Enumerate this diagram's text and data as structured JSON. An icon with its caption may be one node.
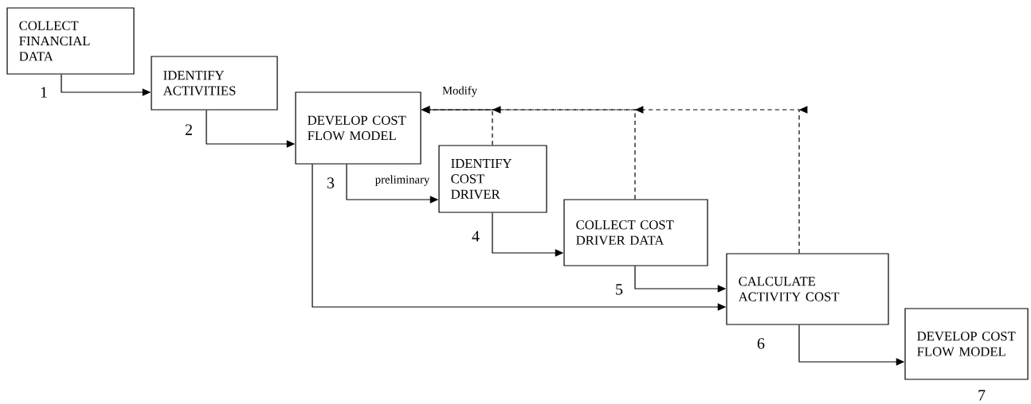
{
  "diagram": {
    "nodes": [
      {
        "text": [
          "COLLECT FINANCIAL DATA"
        ],
        "beside": [
          "1"
        ]
      },
      {
        "text": [
          "IDENTIFY ACTIVITIES"
        ],
        "beside": [
          "2"
        ]
      },
      {
        "text": [
          "DEVELOP COST FLOW MODEL"
        ],
        "beside": [
          "3"
        ]
      },
      {
        "text": [
          "IDENTIFY COST DRIVER"
        ],
        "beside": [
          "4"
        ]
      },
      {
        "text": [
          "COLLECT COST DRIVER DATA"
        ],
        "beside": [
          "5"
        ]
      },
      {
        "text": [
          "CALCULATE ACTIVITY COST"
        ],
        "beside": [
          "6"
        ]
      },
      {
        "text": [
          "DEVELOP COST FLOW MODEL"
        ],
        "beside": [
          "7"
        ]
      }
    ],
    "edges": [
      {
        "from": 0,
        "to": 1,
        "arrow": "to"
      },
      {
        "from": 1,
        "to": 2,
        "arrow": "to"
      },
      {
        "from": 2,
        "to": 3,
        "arrow": "to",
        "label": "preliminary"
      },
      {
        "from": 3,
        "to": 4,
        "arrow": "to"
      },
      {
        "from": 4,
        "to": 5,
        "arrow": "to"
      },
      {
        "from": 2,
        "to": 5,
        "arrow": "to"
      },
      {
        "from": 5,
        "to": 6,
        "arrow": "to"
      },
      {
        "from": 3,
        "to": 2,
        "arrow": "to",
        "style": "dashed",
        "label": "Modify"
      },
      {
        "from": 4,
        "to": 2,
        "arrow": "to",
        "style": "dashed"
      },
      {
        "from": 5,
        "to": 2,
        "arrow": "to",
        "style": "dashed"
      }
    ]
  }
}
